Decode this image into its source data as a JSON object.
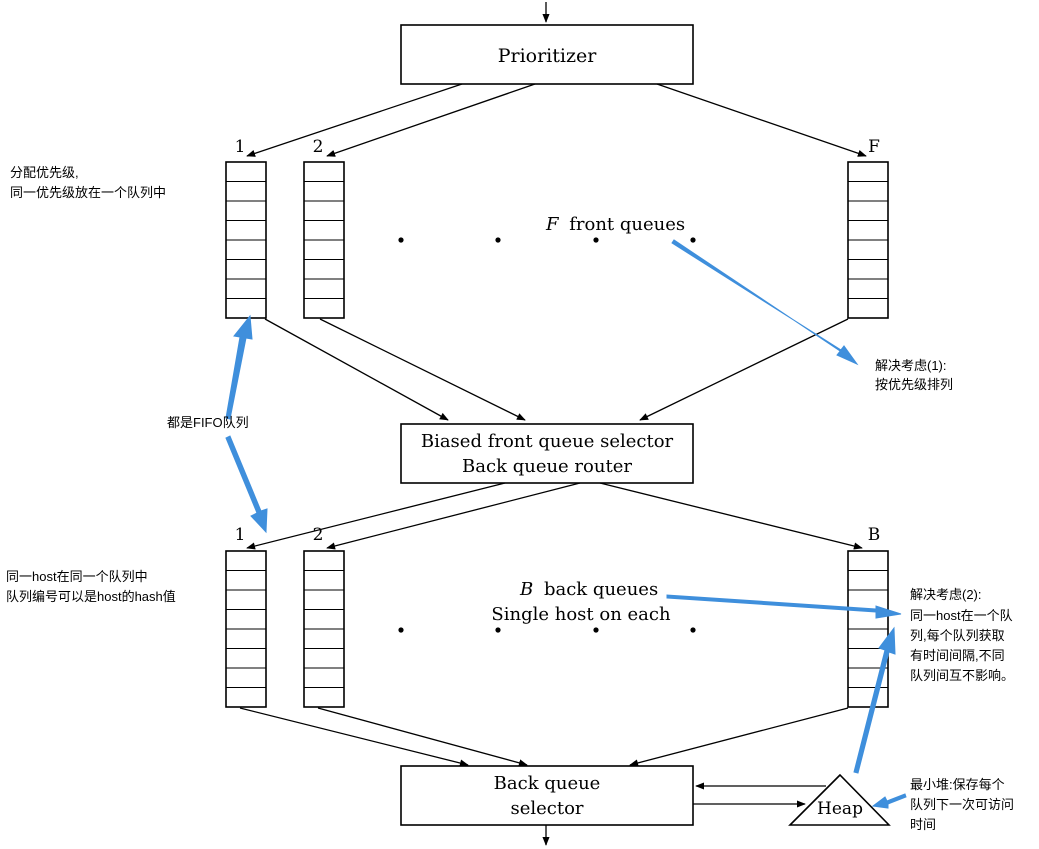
{
  "nodes": {
    "prioritizer": "Prioritizer",
    "selector_line1": "Biased front queue selector",
    "selector_line2": "Back queue router",
    "back_selector_line1": "Back queue",
    "back_selector_line2": "selector",
    "heap": "Heap"
  },
  "front_queues": {
    "label_1": "1",
    "label_2": "2",
    "label_f": "F",
    "title_var": "F",
    "title_rest": "front queues"
  },
  "back_queues": {
    "label_1": "1",
    "label_2": "2",
    "label_b": "B",
    "title_var": "B",
    "title_rest": "back queues",
    "subtitle": "Single host on each"
  },
  "annotations": {
    "assign_priority": [
      "分配优先级,",
      "同一优先级放在一个队列中"
    ],
    "fifo": "都是FIFO队列",
    "consideration1": [
      "解决考虑(1):",
      "按优先级排列"
    ],
    "same_host": [
      "同一host在同一个队列中",
      "队列编号可以是host的hash值"
    ],
    "consideration2": [
      "解决考虑(2):",
      "同一host在一个队",
      "列,每个队列获取",
      "有时间间隔,不同",
      "队列间互不影响。"
    ],
    "min_heap": [
      "最小堆:保存每个",
      "队列下一次可访问",
      "时间"
    ]
  },
  "colors": {
    "annotation_arrow": "#3f8fdc",
    "lines": "#000000",
    "background": "#ffffff"
  }
}
